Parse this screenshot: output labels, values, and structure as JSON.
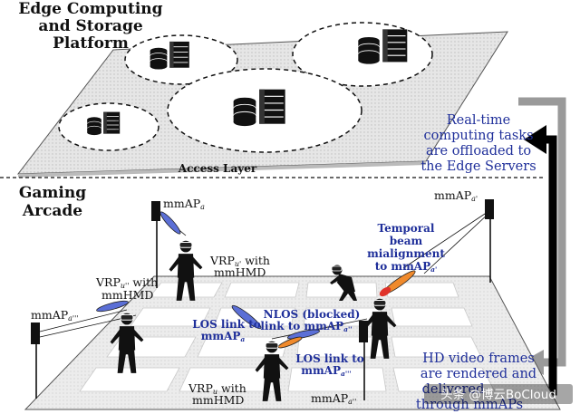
{
  "platform": {
    "title_lines": [
      "Edge Computing",
      "and Storage",
      "Platform"
    ],
    "access_layer": "Access Layer"
  },
  "arcade": {
    "title_lines": [
      "Gaming",
      "Arcade"
    ]
  },
  "offload_note": {
    "lines": [
      "Real-time",
      "computing tasks",
      "are offloaded to",
      "the Edge Servers"
    ]
  },
  "render_note": {
    "lines": [
      "HD video frames",
      "are rendered and",
      "delivered",
      "through mmAPs"
    ]
  },
  "aps": {
    "a": {
      "name": "mmAP",
      "sub": "a"
    },
    "a1": {
      "name": "mmAP",
      "sub": "a'"
    },
    "a2": {
      "name": "mmAP",
      "sub": "a''"
    },
    "a3": {
      "name": "mmAP",
      "sub": "a'''"
    }
  },
  "players": {
    "u1": {
      "line1": "VRP",
      "sub": "u'",
      "line1_suffix": " with",
      "line2": "mmHMD"
    },
    "u2": {
      "line1": "VRP",
      "sub": "u''",
      "line1_suffix": " with",
      "line2": "mmHMD"
    },
    "u": {
      "line1": "VRP",
      "sub": "u",
      "line1_suffix": " with",
      "line2": "mmHMD"
    }
  },
  "links": {
    "temporal": {
      "lines": [
        "Temporal",
        "beam",
        "mialignment",
        "to mmAP"
      ],
      "sub": "a'"
    },
    "nlos": {
      "lines": [
        "NLOS (blocked)",
        "link to mmAP"
      ],
      "sub": "a''"
    },
    "los_a": {
      "lines": [
        "LOS link to",
        "mmAP"
      ],
      "sub": "a"
    },
    "los_a3": {
      "lines": [
        "LOS link to",
        "mmAP"
      ],
      "sub": "a'''"
    }
  },
  "watermark": "头条 @博云BoCloud",
  "colors": {
    "blue_text": "#1f2f9a",
    "beam_blue": "#5b6fd6",
    "beam_orange": "#f08a2c",
    "beam_red": "#e0322a",
    "arrow_gray": "#9a9a9a",
    "arrow_black": "#000000"
  }
}
